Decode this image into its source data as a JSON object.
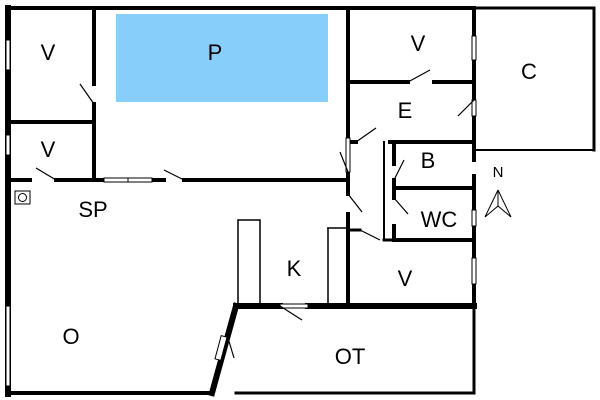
{
  "colors": {
    "wall": "#000000",
    "background": "#ffffff",
    "pool": "#87cefa"
  },
  "rooms": {
    "bedroom_top_left": "V",
    "bedroom_mid_left": "V",
    "pool": "P",
    "bedroom_top_right": "V",
    "carport": "C",
    "entrance": "E",
    "bathroom": "B",
    "toilet": "WC",
    "dining_living": "SP",
    "kitchen": "K",
    "bedroom_bottom_right": "V",
    "living": "O",
    "terrace": "OT"
  },
  "compass": {
    "north": "N",
    "icon": "north-arrow-icon"
  },
  "icons": {
    "fireplace": "fireplace-icon"
  }
}
